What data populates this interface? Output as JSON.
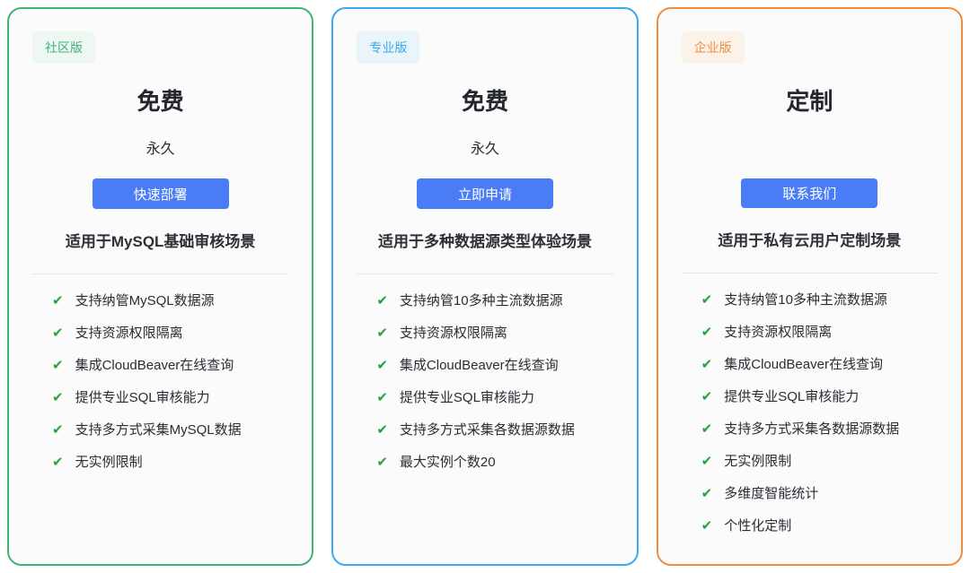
{
  "colors": {
    "button": "#4a7df5",
    "check": "#27a33e",
    "card_background": "#fafbfa"
  },
  "check_icon": "✔",
  "plans": [
    {
      "badge": "社区版",
      "accent": "#3eb575",
      "badge_bg": "#eef7f2",
      "title": "免费",
      "subtitle": "永久",
      "button_label": "快速部署",
      "description": "适用于MySQL基础审核场景",
      "features": [
        "支持纳管MySQL数据源",
        "支持资源权限隔离",
        "集成CloudBeaver在线查询",
        "提供专业SQL审核能力",
        "支持多方式采集MySQL数据",
        "无实例限制"
      ]
    },
    {
      "badge": "专业版",
      "accent": "#3aa9ef",
      "badge_bg": "#eaf4fb",
      "title": "免费",
      "subtitle": "永久",
      "button_label": "立即申请",
      "description": "适用于多种数据源类型体验场景",
      "features": [
        "支持纳管10多种主流数据源",
        "支持资源权限隔离",
        "集成CloudBeaver在线查询",
        "提供专业SQL审核能力",
        "支持多方式采集各数据源数据",
        "最大实例个数20"
      ]
    },
    {
      "badge": "企业版",
      "accent": "#f08e3f",
      "badge_bg": "#fbf3ea",
      "title": "定制",
      "subtitle": "",
      "button_label": "联系我们",
      "description": "适用于私有云用户定制场景",
      "features": [
        "支持纳管10多种主流数据源",
        "支持资源权限隔离",
        "集成CloudBeaver在线查询",
        "提供专业SQL审核能力",
        "支持多方式采集各数据源数据",
        "无实例限制",
        "多维度智能统计",
        "个性化定制"
      ]
    }
  ]
}
